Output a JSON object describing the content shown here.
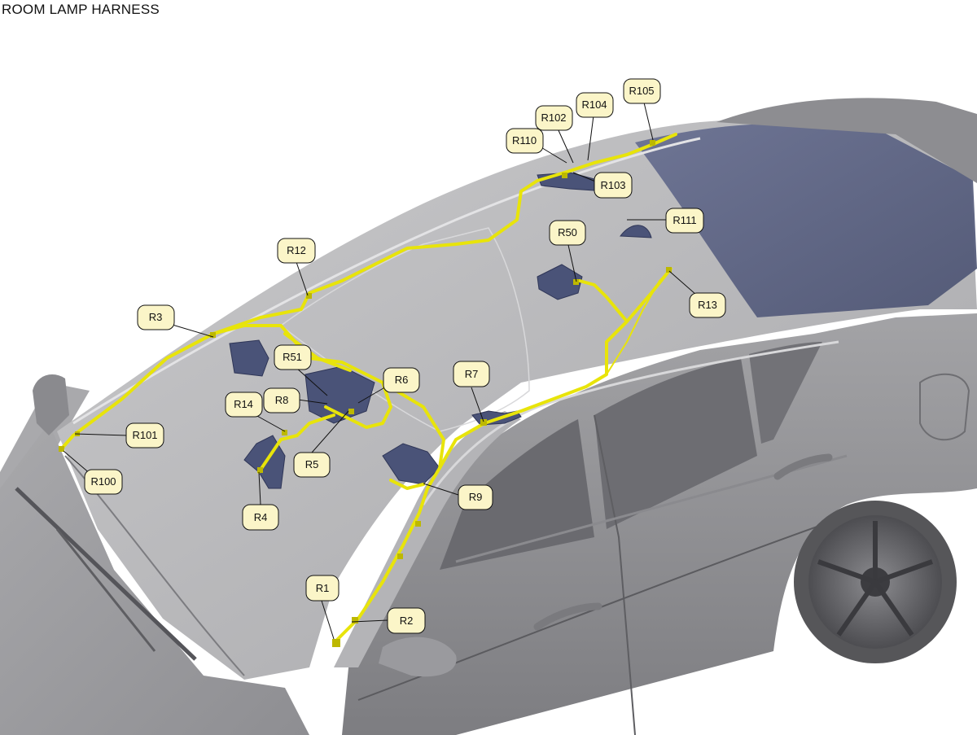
{
  "title": "ROOM LAMP HARNESS",
  "colors": {
    "harness": "#e8e40a",
    "callout_fill": "#fbf5c8",
    "body_light": "#b9b9bb",
    "body_mid": "#9e9ea1",
    "body_dark": "#6f6f73",
    "glass": "#5b6280",
    "component": "#4a5378"
  },
  "connectors": [
    {
      "id": "R1",
      "label": "R1"
    },
    {
      "id": "R2",
      "label": "R2"
    },
    {
      "id": "R3",
      "label": "R3"
    },
    {
      "id": "R4",
      "label": "R4"
    },
    {
      "id": "R5",
      "label": "R5"
    },
    {
      "id": "R6",
      "label": "R6"
    },
    {
      "id": "R7",
      "label": "R7"
    },
    {
      "id": "R8",
      "label": "R8"
    },
    {
      "id": "R9",
      "label": "R9"
    },
    {
      "id": "R12",
      "label": "R12"
    },
    {
      "id": "R13",
      "label": "R13"
    },
    {
      "id": "R14",
      "label": "R14"
    },
    {
      "id": "R50",
      "label": "R50"
    },
    {
      "id": "R51",
      "label": "R51"
    },
    {
      "id": "R100",
      "label": "R100"
    },
    {
      "id": "R101",
      "label": "R101"
    },
    {
      "id": "R102",
      "label": "R102"
    },
    {
      "id": "R103",
      "label": "R103"
    },
    {
      "id": "R104",
      "label": "R104"
    },
    {
      "id": "R105",
      "label": "R105"
    },
    {
      "id": "R110",
      "label": "R110"
    },
    {
      "id": "R111",
      "label": "R111"
    }
  ]
}
